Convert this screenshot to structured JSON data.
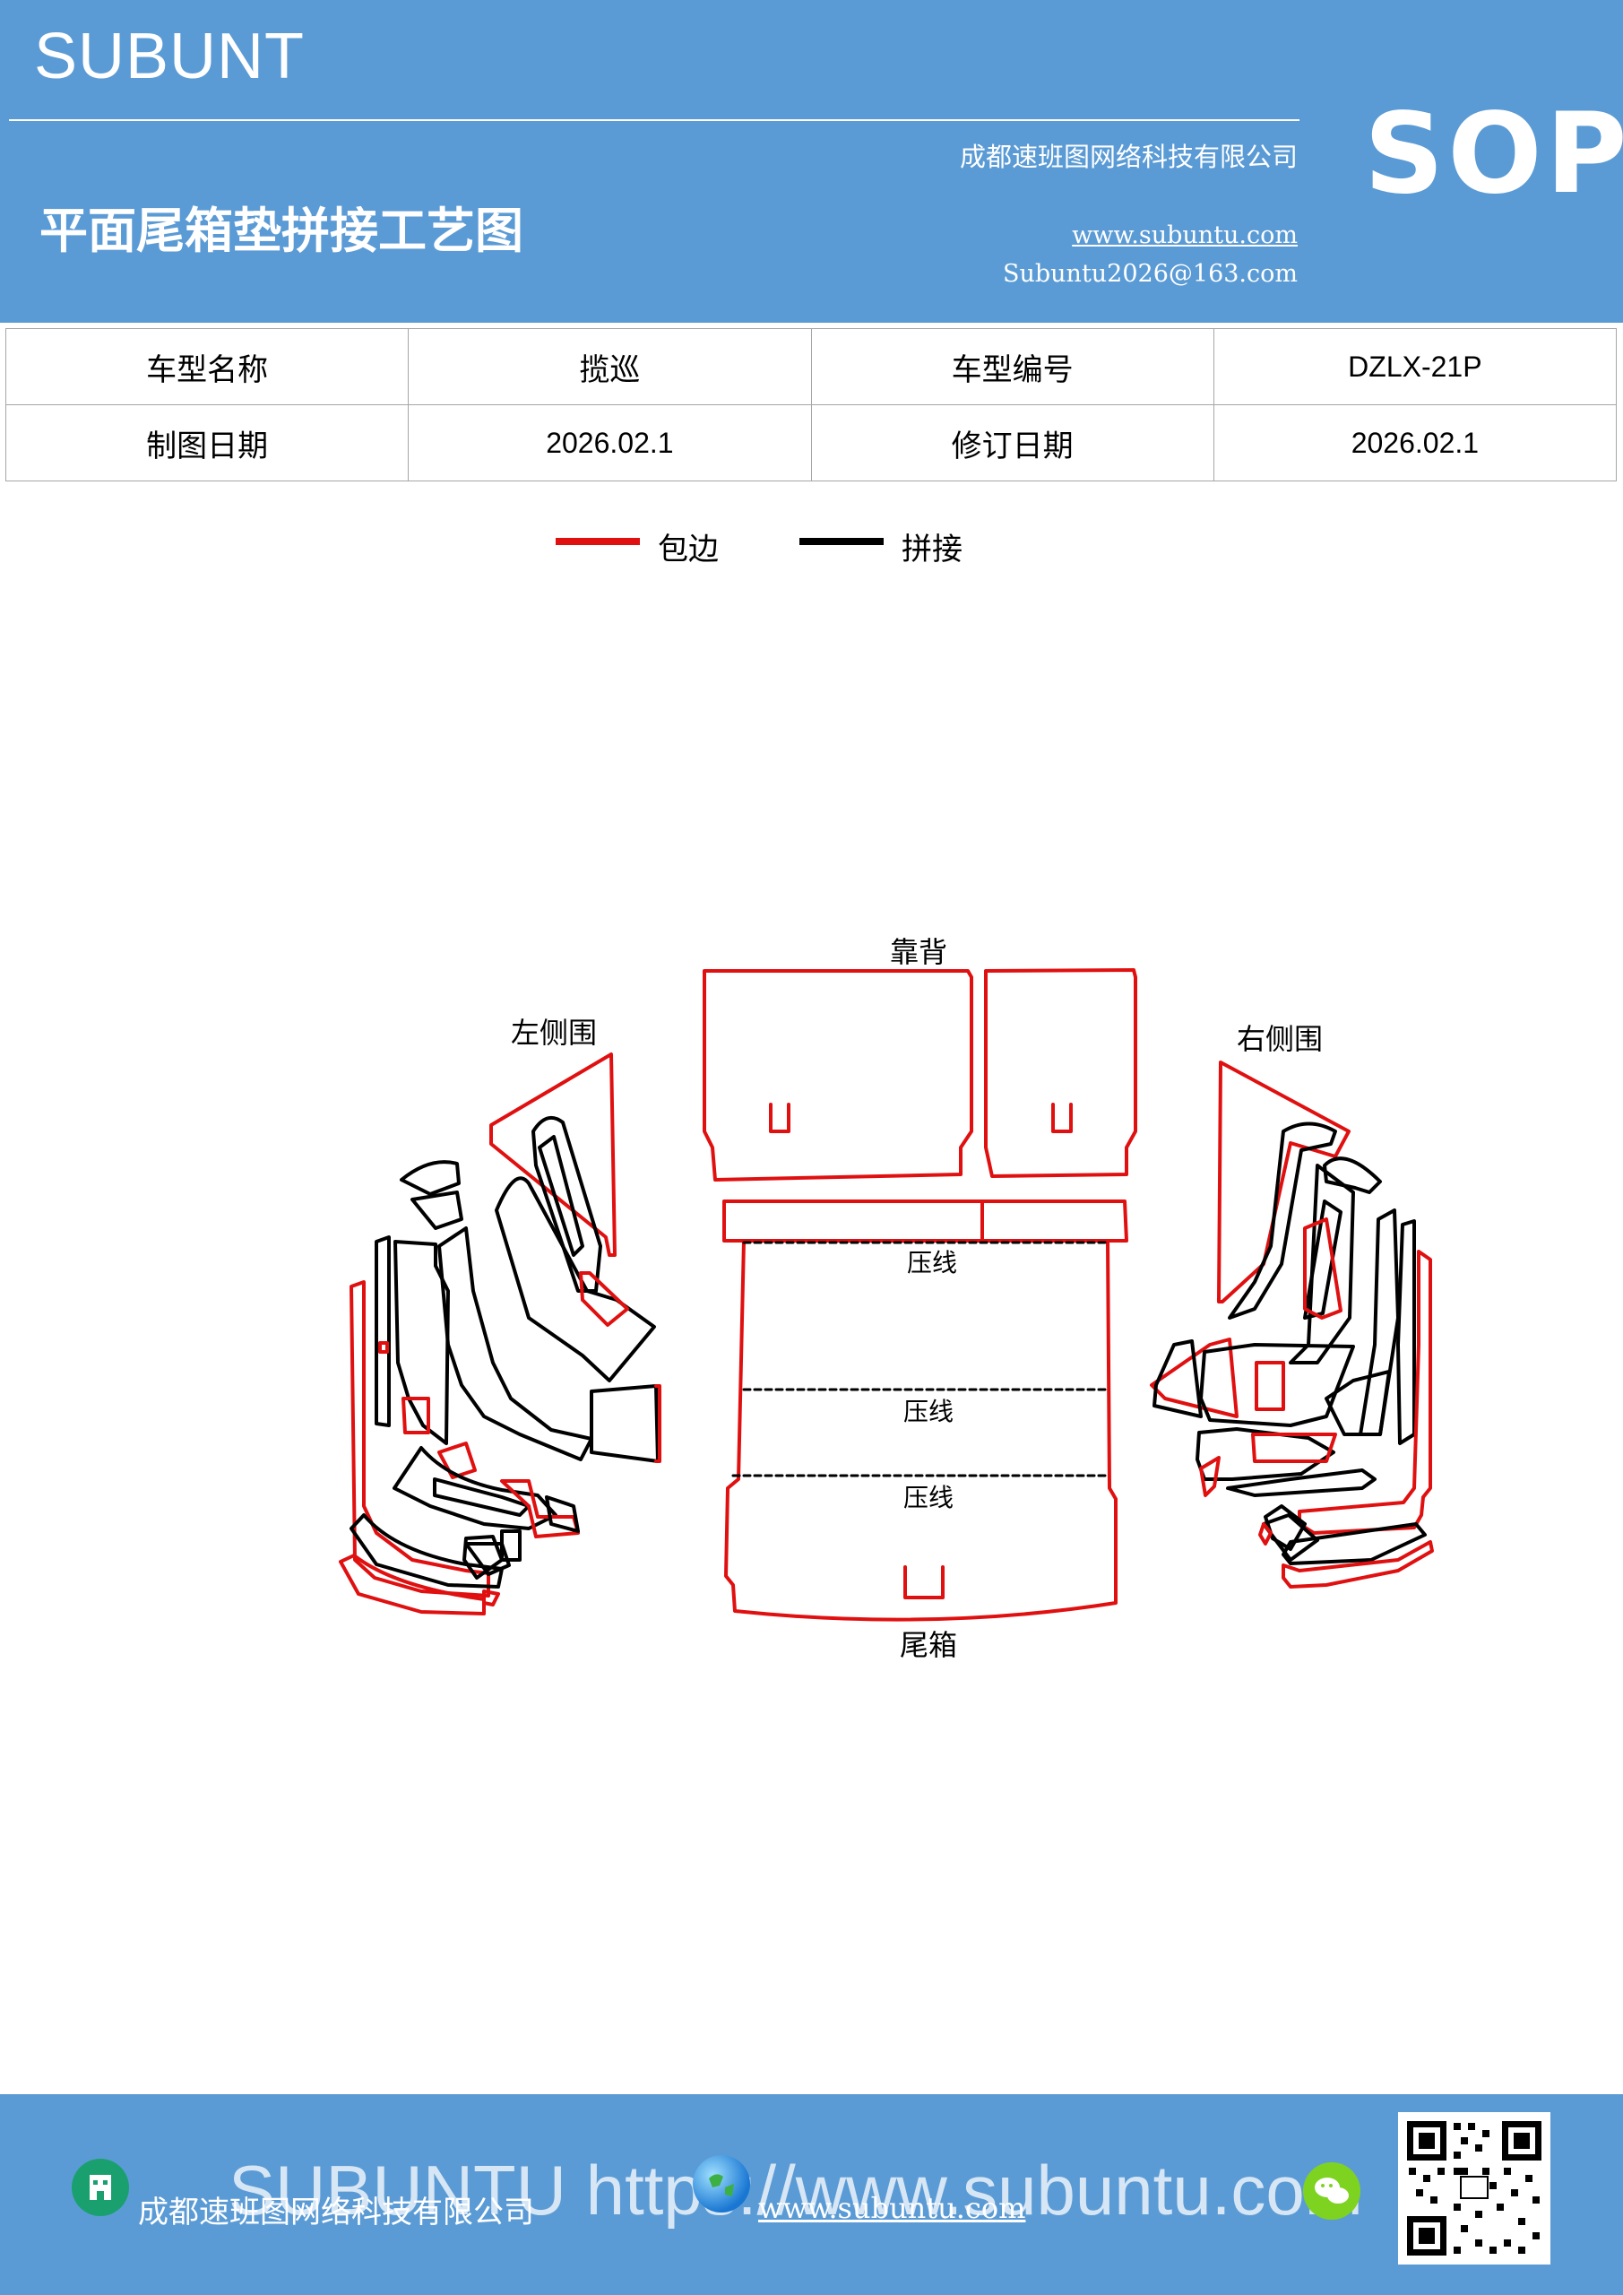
{
  "header": {
    "brand": "SUBUNT",
    "title": "平面尾箱垫拼接工艺图",
    "company": "成都速班图网络科技有限公司",
    "website": "www.subuntu.com",
    "email": "Subuntu2026@163.com",
    "badge": "SOP"
  },
  "info_table": {
    "rows": [
      [
        "车型名称",
        "揽巡",
        "车型编号",
        "DZLX-21P"
      ],
      [
        "制图日期",
        "2026.02.1",
        "修订日期",
        "2026.02.1"
      ]
    ]
  },
  "legend": [
    {
      "label": "包边",
      "color": "#e01010"
    },
    {
      "label": "拼接",
      "color": "#000000"
    }
  ],
  "diagram": {
    "labels": {
      "backrest": "靠背",
      "left_side": "左侧围",
      "right_side": "右侧围",
      "press_line_1": "压线",
      "press_line_2": "压线",
      "press_line_3": "压线",
      "trunk": "尾箱"
    }
  },
  "footer": {
    "company": "成都速班图网络科技有限公司",
    "website": "www.subuntu.com",
    "watermark": "SUBUNTU https://www.subuntu.com",
    "icons": [
      "building-icon",
      "globe-icon",
      "wechat-icon"
    ],
    "qr": "qr-code"
  },
  "colors": {
    "header_bg": "#5b9bd5",
    "edge_binding": "#e01010",
    "splice": "#000000"
  }
}
